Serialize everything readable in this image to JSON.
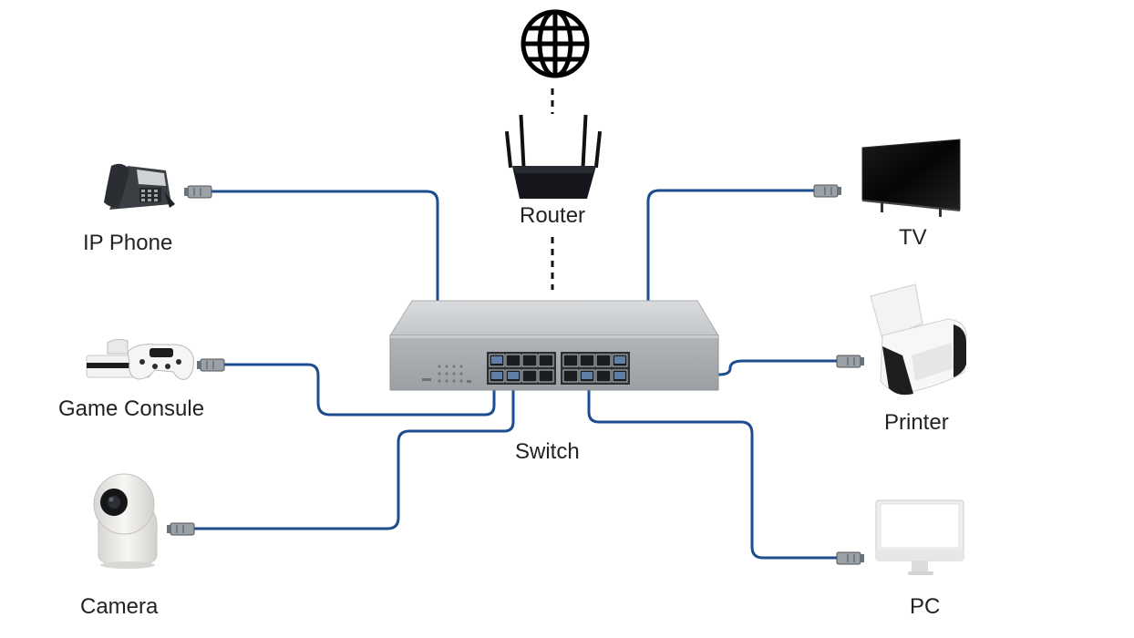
{
  "labels": {
    "router": "Router",
    "switch": "Switch",
    "ip_phone": "IP Phone",
    "game_console": "Game Consule",
    "camera": "Camera",
    "tv": "TV",
    "printer": "Printer",
    "pc": "PC"
  },
  "icons": {
    "internet": "globe-icon",
    "router": "router-icon",
    "switch": "network-switch-icon",
    "ip_phone": "desk-phone-icon",
    "game_console": "game-console-icon",
    "camera": "security-camera-icon",
    "tv": "tv-icon",
    "printer": "printer-icon",
    "pc": "monitor-icon"
  },
  "colors": {
    "cable": "#1d4d8f",
    "dashed_link": "#111111",
    "switch_body": "#b9bcbf"
  }
}
